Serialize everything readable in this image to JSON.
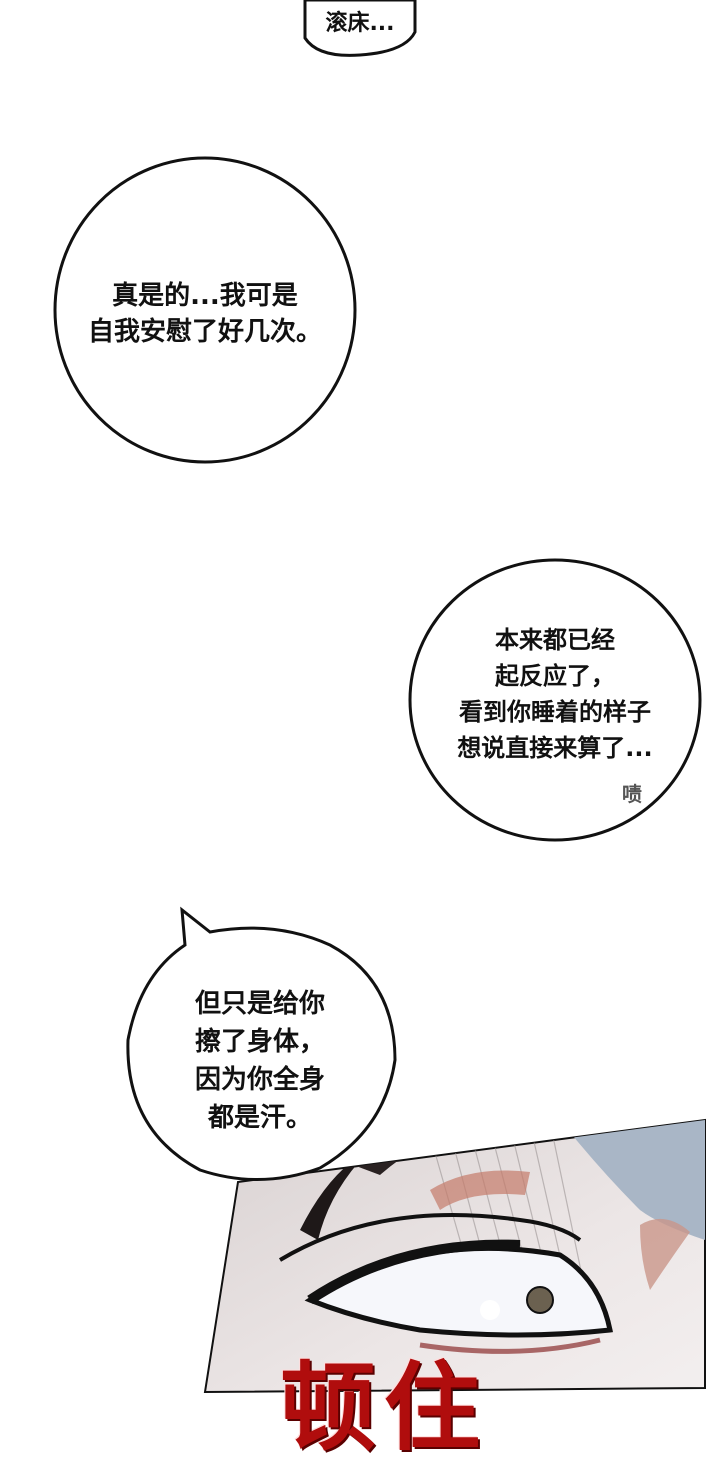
{
  "bubbles": [
    {
      "lines": [
        "滚床..."
      ]
    },
    {
      "lines": [
        "真是的...我可是",
        "自我安慰了好几次。"
      ]
    },
    {
      "lines": [
        "本来都已经",
        "起反应了，",
        "看到你睡着的样子",
        "想说直接来算了..."
      ]
    },
    {
      "lines": [
        "但只是给你",
        "擦了身体，",
        "因为你全身",
        "都是汗。"
      ]
    }
  ],
  "sfx": {
    "tsk": "啧",
    "stunned": "顿住"
  },
  "colors": {
    "bubble_outline": "#111111",
    "panel_skin": "#e6dfdf",
    "panel_sky": "#a9b6c6",
    "sfx_red": "#b00d0d"
  }
}
